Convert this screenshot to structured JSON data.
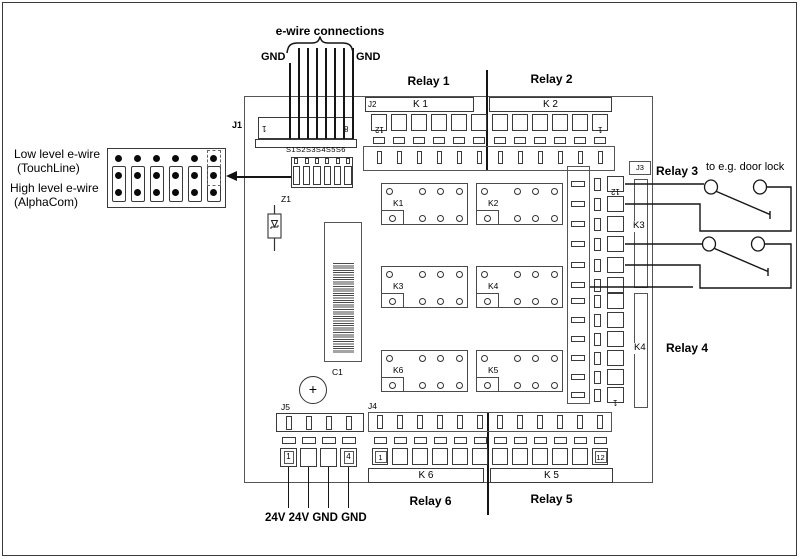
{
  "annotations": {
    "e_wire_connections": "e-wire connections",
    "gnd_left": "GND",
    "gnd_right": "GND",
    "low_level_1": "Low level e-wire",
    "low_level_2": "(TouchLine)",
    "high_level_1": "High level e-wire",
    "high_level_2": "(AlphaCom)",
    "to_door_lock": "to e.g. door lock",
    "power": "24V 24V GND GND"
  },
  "relay_labels": {
    "r1": "Relay 1",
    "r2": "Relay 2",
    "r3": "Relay 3",
    "r4": "Relay 4",
    "r5": "Relay 5",
    "r6": "Relay 6"
  },
  "connectors": {
    "j1": {
      "name": "J1",
      "first_pin": "1",
      "last_pin": "8",
      "pin_count": 8
    },
    "j2": {
      "name": "J2",
      "bar_left": "K 1",
      "bar_right": "K 2",
      "first_pin": "12",
      "last_pin": "1",
      "pin_count": 12
    },
    "j3": {
      "name": "J3",
      "upper_group": "K3",
      "lower_group": "K4",
      "first_pin": "12",
      "last_pin": "1",
      "pin_count": 12
    },
    "j4": {
      "name": "J4",
      "bar_left": "K 6",
      "bar_right": "K 5",
      "first_pin": "1",
      "last_pin": "12",
      "pin_count": 12
    },
    "j5": {
      "name": "J5",
      "first_pin": "1",
      "last_pin": "4",
      "pin_count": 4
    },
    "s_block": {
      "name": "S1S2S3S4S5S6",
      "slot_count": 6
    }
  },
  "components": {
    "z1": "Z1",
    "c1": "C1",
    "c1_polarity": "+",
    "relay_coils": [
      "K1",
      "K2",
      "K3",
      "K4",
      "K6",
      "K5"
    ]
  },
  "jumper_block": {
    "columns": 6,
    "rows": 3
  },
  "colors": {
    "line": "#151515",
    "border": "#3a3a3a",
    "text": "#000000",
    "bg": "#ffffff"
  }
}
